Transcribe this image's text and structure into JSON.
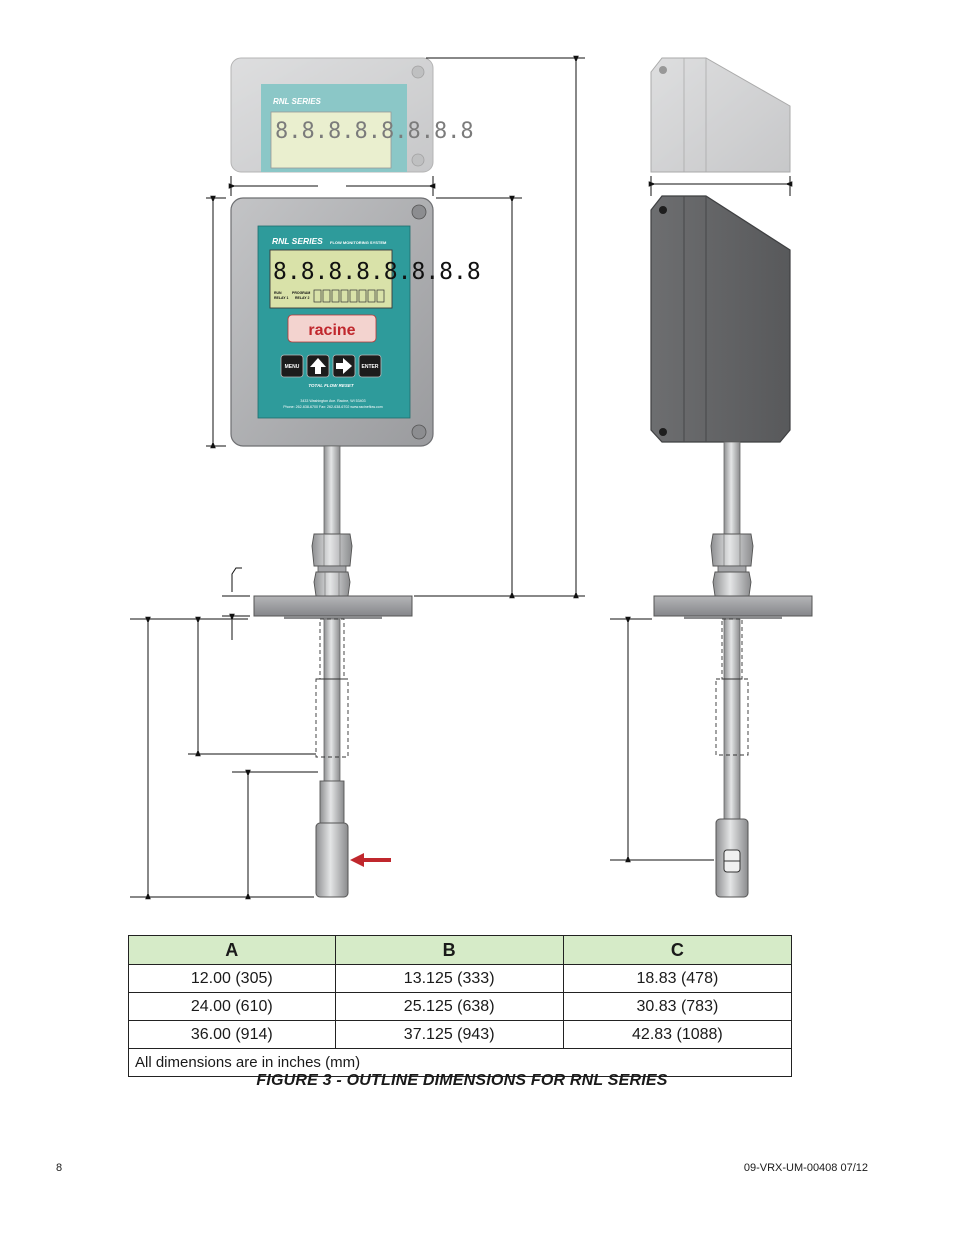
{
  "front_device": {
    "series_title": "RNL SERIES",
    "subtitle": "FLOW MONITORING SYSTEM",
    "display_digits": "8.8.8.8.8.8.8.8",
    "run_label": "RUN",
    "relay1_label": "RELAY 1",
    "program_label": "PROGRAM",
    "relay2_label": "RELAY 2",
    "brand": "racine",
    "menu_label": "MENU",
    "enter_label": "ENTER",
    "total_flow_reset": "TOTAL FLOW RESET",
    "address_line": "3433 Washington Ave.  Racine, WI 53403",
    "phone_line": "Phone: 262-638-6700   Fax: 262-638-6702   www.racineflow.com"
  },
  "table": {
    "headers": [
      "A",
      "B",
      "C"
    ],
    "rows": [
      [
        "12.00 (305)",
        "13.125 (333)",
        "18.83 (478)"
      ],
      [
        "24.00 (610)",
        "25.125 (638)",
        "30.83 (783)"
      ],
      [
        "36.00 (914)",
        "37.125 (943)",
        "42.83 (1088)"
      ]
    ],
    "note": "All dimensions are in inches (mm)"
  },
  "caption": "FIGURE 3 - OUTLINE DIMENSIONS FOR RNL SERIES",
  "footer": {
    "page_number": "8",
    "doc_id": "09-VRX-UM-00408  07/12"
  },
  "colors": {
    "panel_teal": "#2e9b9b",
    "housing_gray": "#a9aaac",
    "table_header_green": "#d6ebc8",
    "arrow_red": "#c0272d"
  }
}
